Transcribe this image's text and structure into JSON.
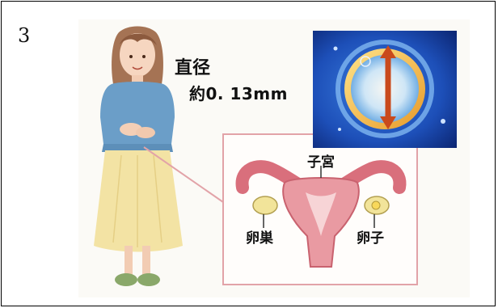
{
  "slide": {
    "number": "3"
  },
  "caption": {
    "line1": "直径",
    "line2": "約0. 13mm"
  },
  "labels": {
    "uterus": "子宮",
    "ovary": "卵巣",
    "egg": "卵子"
  },
  "colors": {
    "frame": "#000000",
    "border_pink": "#e2a3a8",
    "arrow": "#c94a1c",
    "sky_blue": "#1d4fb8"
  }
}
